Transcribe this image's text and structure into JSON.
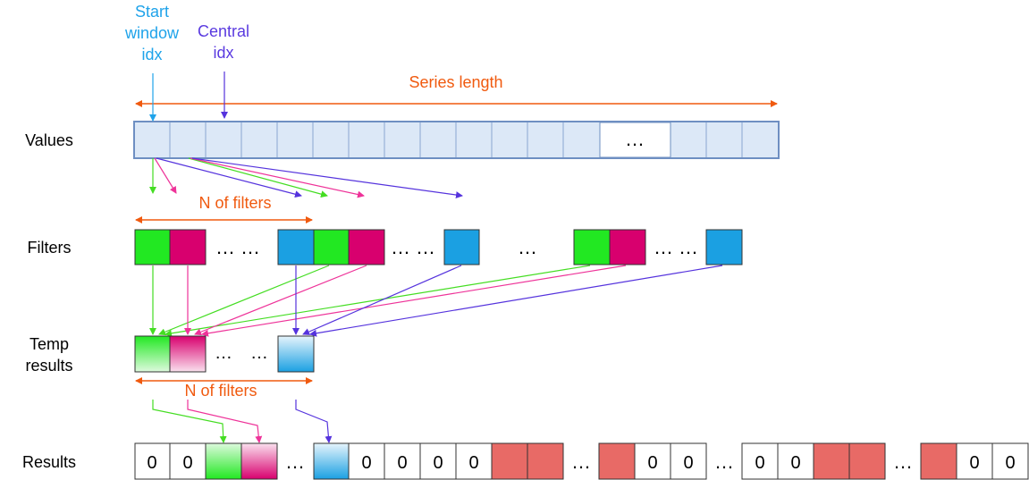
{
  "labels": {
    "start_window_idx": "Start\nwindow\nidx",
    "central_idx": "Central\nidx",
    "series_length": "Series length",
    "n_of_filters_top": "N of filters",
    "n_of_filters_bottom": "N of filters"
  },
  "rows": {
    "values": "Values",
    "filters": "Filters",
    "temp_results": "Temp\nresults",
    "results": "Results"
  },
  "ellipsis": "…",
  "values_row_ellipsis": "…",
  "filters_ellipses": [
    "… …",
    "… …",
    "…",
    "… …"
  ],
  "temp_ellipses": [
    "…",
    "…"
  ],
  "results_cells": [
    "0",
    "0",
    "",
    "",
    "…",
    "",
    "0",
    "0",
    "0",
    "0",
    "",
    "",
    "…",
    "",
    "0",
    "0",
    "…",
    "0",
    "0",
    "",
    "",
    "…",
    "",
    "0",
    "0"
  ],
  "results_zero": "0",
  "colors": {
    "orange": "#f05a0f",
    "light_blue_text": "#1fa3ea",
    "purple": "#5a3ae0",
    "value_cell": "#dce8f7",
    "value_border": "#6e8fc2",
    "green": "#22e822",
    "magenta": "#d8006e",
    "blue": "#1ba0e2",
    "salmon": "#e86a66",
    "arrow_green": "#44dd22",
    "arrow_pink": "#ee3399",
    "arrow_purple": "#5533dd"
  }
}
